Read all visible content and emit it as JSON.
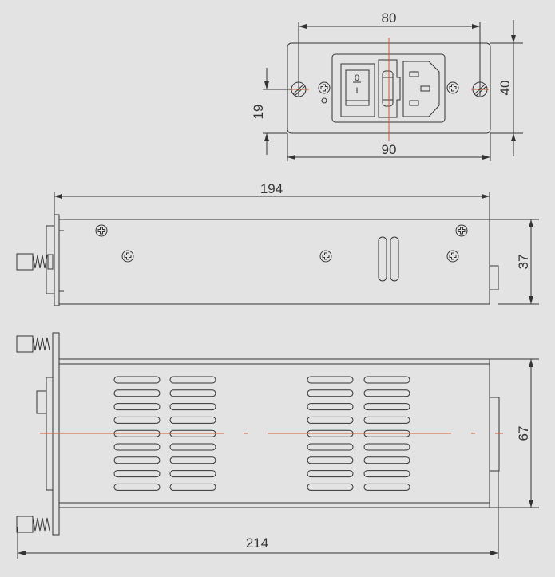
{
  "title": "Power entry module dimension drawing",
  "dimensions": {
    "screw_spacing": "80",
    "plate_width": "90",
    "plate_height": "40",
    "screw_offset": "19",
    "body_length": "194",
    "side_height": "37",
    "total_length": "214",
    "body_width": "67"
  },
  "switch": {
    "off_label": "0",
    "on_label": "I"
  },
  "colors": {
    "background": "#e3e3e3",
    "line": "#333333",
    "centerline": "#d0583a"
  }
}
